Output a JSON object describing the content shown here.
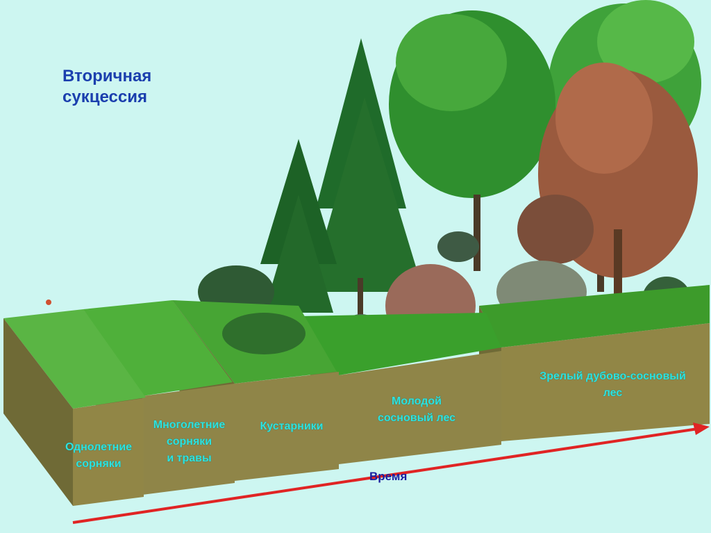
{
  "title": {
    "line1": "Вторичная",
    "line2": "сукцессия"
  },
  "stages": [
    {
      "line1": "Однолетние",
      "line2": "сорняки"
    },
    {
      "line1": "Многолетние",
      "line2": "сорняки",
      "line3": "и травы"
    },
    {
      "line1": "Кустарники"
    },
    {
      "line1": "Молодой",
      "line2": "сосновый лес"
    },
    {
      "line1": "Зрелый дубово-сосновый",
      "line2": "лес"
    }
  ],
  "axis_label": "Время",
  "colors": {
    "background": "#cdf6f1",
    "title": "#1b3fae",
    "stage_label": "#2fe2de",
    "arrow": "#e02424",
    "soil": "#8f8548",
    "grass": "#3c9e2c"
  }
}
